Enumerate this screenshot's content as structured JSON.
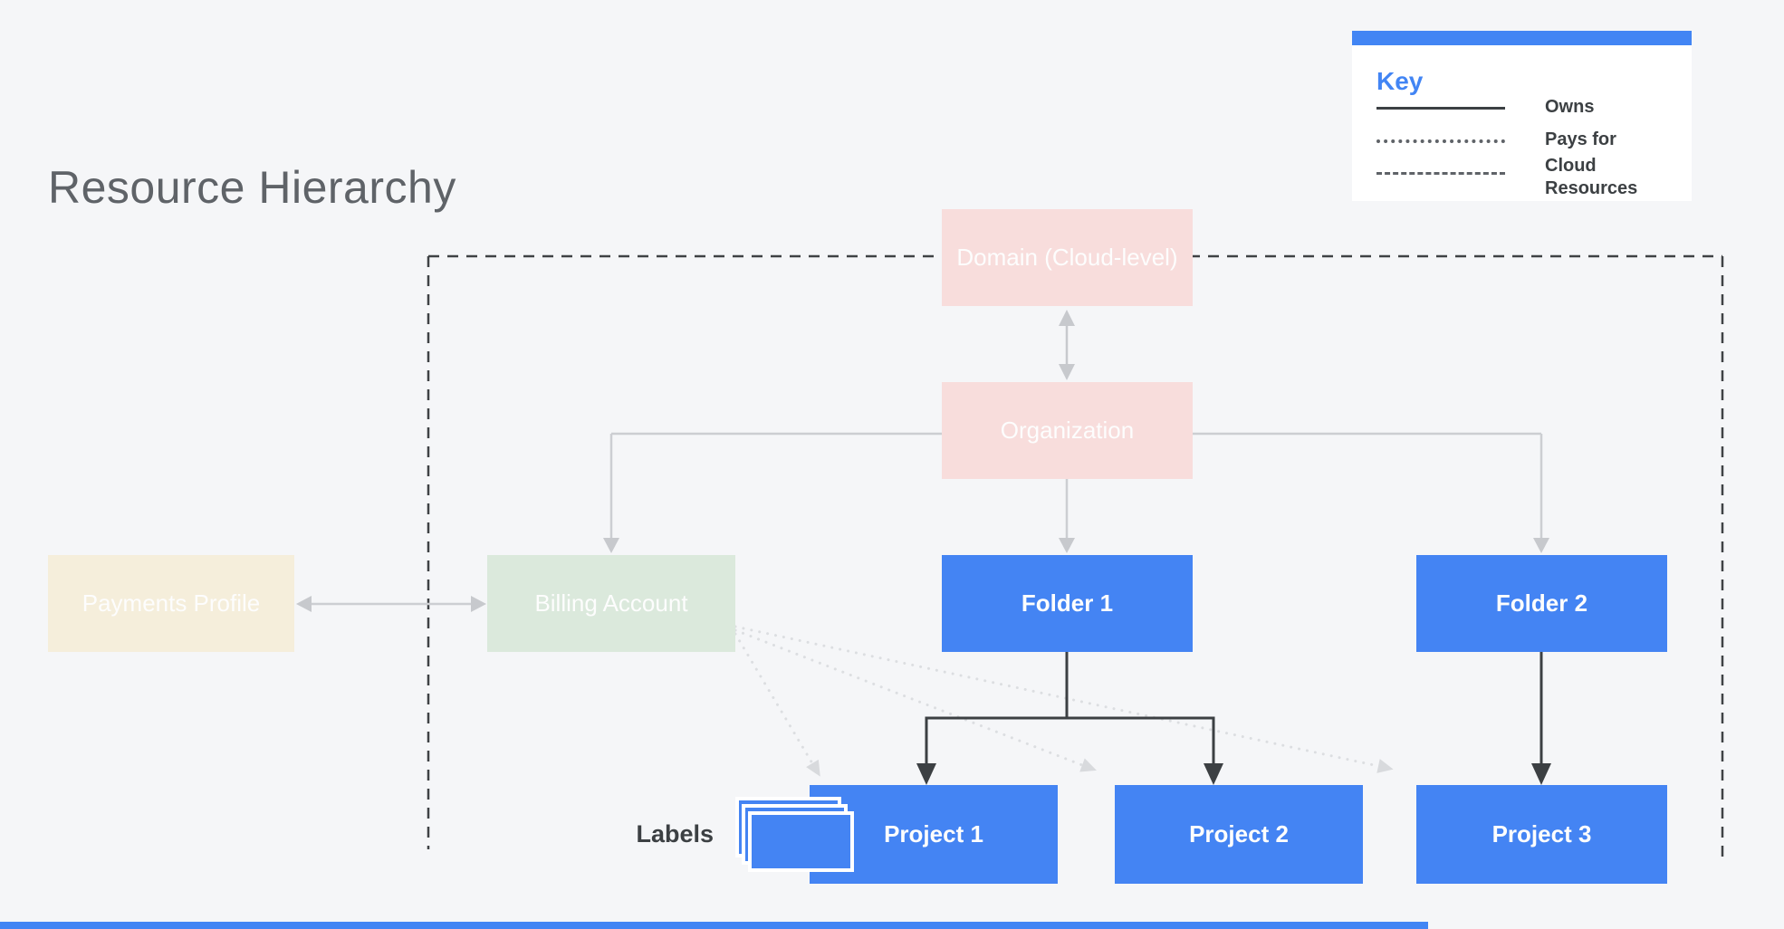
{
  "title": "Resource Hierarchy",
  "key": {
    "title": "Key",
    "items": [
      {
        "label": "Owns",
        "style": "solid"
      },
      {
        "label": "Pays for",
        "style": "dotted"
      },
      {
        "label": "Cloud Resources",
        "style": "dashed"
      }
    ]
  },
  "nodes": {
    "domain": {
      "label": "Domain (Cloud-level)",
      "color": "#f8dddc"
    },
    "organization": {
      "label": "Organization",
      "color": "#f8dddc"
    },
    "payments_profile": {
      "label": "Payments Profile",
      "color": "#f5eedb"
    },
    "billing_account": {
      "label": "Billing Account",
      "color": "#dbe9dc"
    },
    "folder1": {
      "label": "Folder 1",
      "color": "#4484f3"
    },
    "folder2": {
      "label": "Folder 2",
      "color": "#4484f3"
    },
    "project1": {
      "label": "Project 1",
      "color": "#4484f3"
    },
    "project2": {
      "label": "Project 2",
      "color": "#4484f3"
    },
    "project3": {
      "label": "Project 3",
      "color": "#4484f3"
    }
  },
  "labels_caption": "Labels",
  "edges": [
    {
      "from": "domain",
      "to": "organization",
      "type": "owns",
      "bidirectional": true
    },
    {
      "from": "organization",
      "to": "billing_account",
      "type": "owns"
    },
    {
      "from": "organization",
      "to": "folder1",
      "type": "owns"
    },
    {
      "from": "organization",
      "to": "folder2",
      "type": "owns"
    },
    {
      "from": "payments_profile",
      "to": "billing_account",
      "type": "owns",
      "bidirectional": true
    },
    {
      "from": "folder1",
      "to": "project1",
      "type": "owns"
    },
    {
      "from": "folder1",
      "to": "project2",
      "type": "owns"
    },
    {
      "from": "folder2",
      "to": "project3",
      "type": "owns"
    },
    {
      "from": "billing_account",
      "to": "project1",
      "type": "pays_for"
    },
    {
      "from": "billing_account",
      "to": "project2",
      "type": "pays_for"
    },
    {
      "from": "billing_account",
      "to": "project3",
      "type": "pays_for"
    },
    {
      "boundary": "cloud_resources",
      "type": "cloud_resources"
    }
  ],
  "colors": {
    "background": "#f5f6f8",
    "accent_blue": "#4285f4",
    "node_blue": "#4484f3",
    "node_pink": "#f8dddc",
    "node_green": "#dbe9dc",
    "node_cream": "#f5eedb",
    "connector_gray": "#c9cbcf",
    "connector_dark": "#3c4043",
    "pays_for_dotted": "#dcdee1",
    "title_gray": "#5f6368"
  }
}
